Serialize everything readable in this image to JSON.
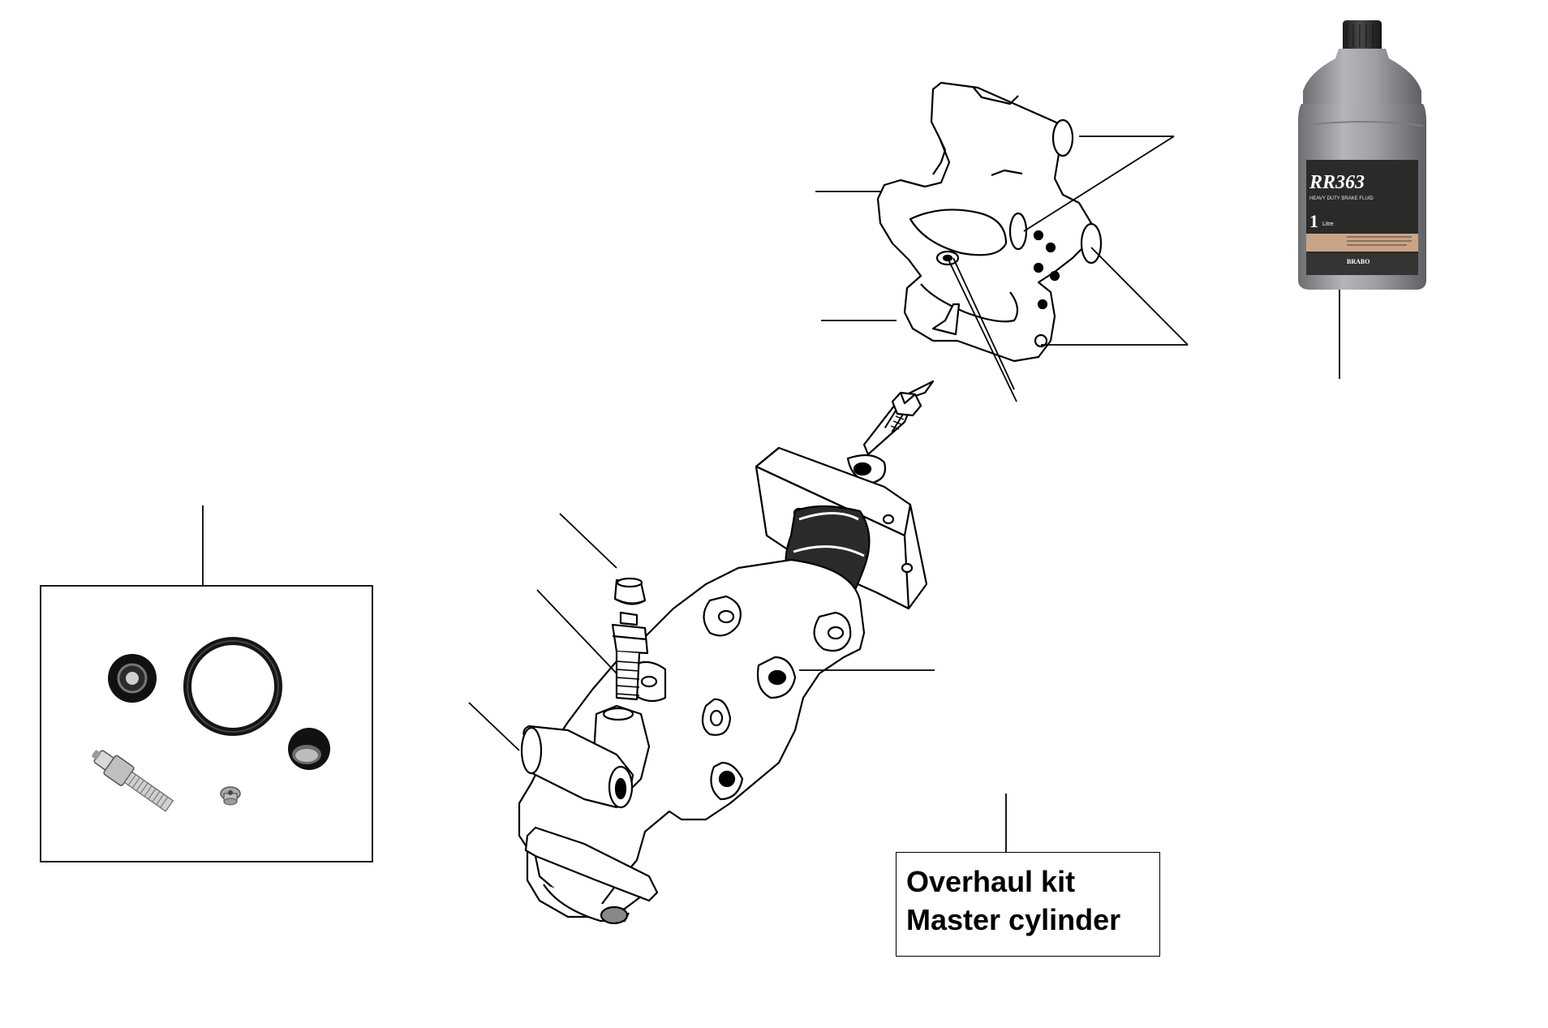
{
  "kit_label": {
    "line1": "Overhaul kit",
    "line2": "Master cylinder"
  },
  "brake_fluid_bottle": {
    "brand": "RR363",
    "subtitle": "HEAVY DUTY BRAKE FLUID",
    "volume": "1",
    "volume_unit": "Litre",
    "maker": "BRABO"
  },
  "colors": {
    "line": "#000000",
    "bottle_body": "#8e8f92",
    "bottle_cap": "#2c2c2e",
    "label_dark": "#2b2a29",
    "label_band": "#c9a487"
  }
}
